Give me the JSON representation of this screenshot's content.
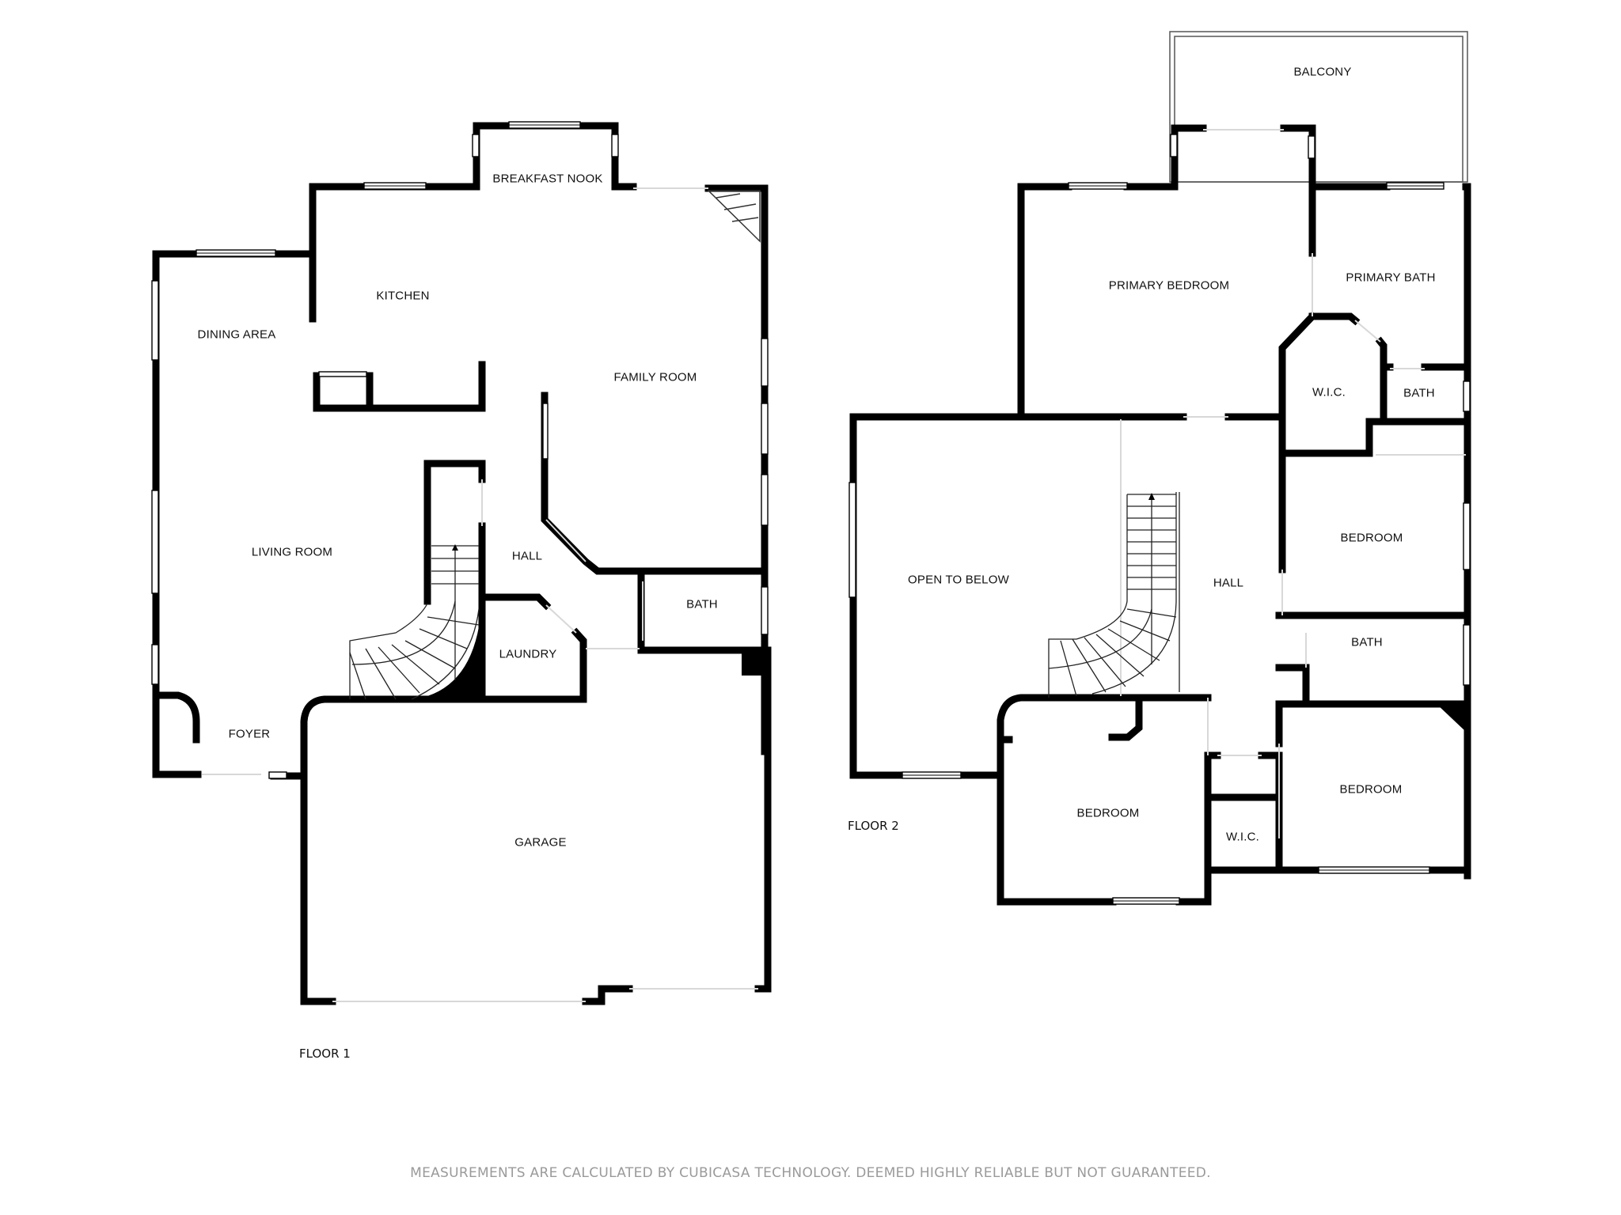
{
  "floor1": {
    "label": "FLOOR 1",
    "rooms": {
      "breakfast_nook": "BREAKFAST NOOK",
      "kitchen": "KITCHEN",
      "dining_area": "DINING AREA",
      "family_room": "FAMILY ROOM",
      "living_room": "LIVING ROOM",
      "hall": "HALL",
      "bath": "BATH",
      "laundry": "LAUNDRY",
      "foyer": "FOYER",
      "garage": "GARAGE"
    }
  },
  "floor2": {
    "label": "FLOOR 2",
    "rooms": {
      "balcony": "BALCONY",
      "primary_bedroom": "PRIMARY BEDROOM",
      "primary_bath": "PRIMARY BATH",
      "wic_primary": "W.I.C.",
      "bath_primary_side": "BATH",
      "open_to_below": "OPEN TO BELOW",
      "hall": "HALL",
      "bedroom_east": "BEDROOM",
      "bath_hall": "BATH",
      "bedroom_southwest": "BEDROOM",
      "wic_south": "W.I.C.",
      "bedroom_southeast": "BEDROOM"
    }
  },
  "footer": {
    "disclaimer": "MEASUREMENTS ARE CALCULATED BY CUBICASA TECHNOLOGY. DEEMED HIGHLY RELIABLE BUT NOT GUARANTEED."
  },
  "colors": {
    "wall": "#000000",
    "background": "#ffffff",
    "disclaimer_text": "#9a9a9a"
  }
}
